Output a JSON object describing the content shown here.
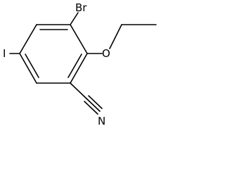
{
  "molecule": {
    "atoms": {
      "bromine": "Br",
      "oxygen": "O",
      "iodine": "I",
      "nitrogen": "N"
    }
  }
}
